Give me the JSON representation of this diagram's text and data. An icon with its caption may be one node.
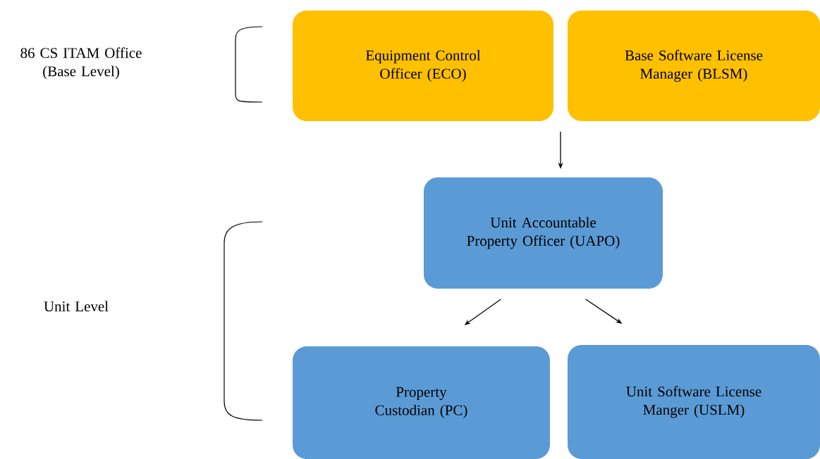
{
  "diagram": {
    "nodes": [
      {
        "text": [
          "Equipment Control Officer (ECO)"
        ]
      },
      {
        "text": [
          "Base Software License Manager (BLSM)"
        ]
      },
      {
        "text": [
          "Unit Accountable Property Officer (UAPO)"
        ]
      },
      {
        "text": [
          "Property Custodian (PC)"
        ]
      },
      {
        "text": [
          "Unit Software License Manger (USLM)"
        ]
      }
    ],
    "edges": [
      {
        "from": 0,
        "to": 2,
        "arrow": "to"
      },
      {
        "from": 1,
        "to": 2,
        "arrow": "to"
      },
      {
        "from": 2,
        "to": 3,
        "arrow": "to"
      },
      {
        "from": 2,
        "to": 4,
        "arrow": "to"
      }
    ],
    "labels": [
      "86 CS ITAM Office (Base Level)",
      "Unit Level"
    ]
  }
}
